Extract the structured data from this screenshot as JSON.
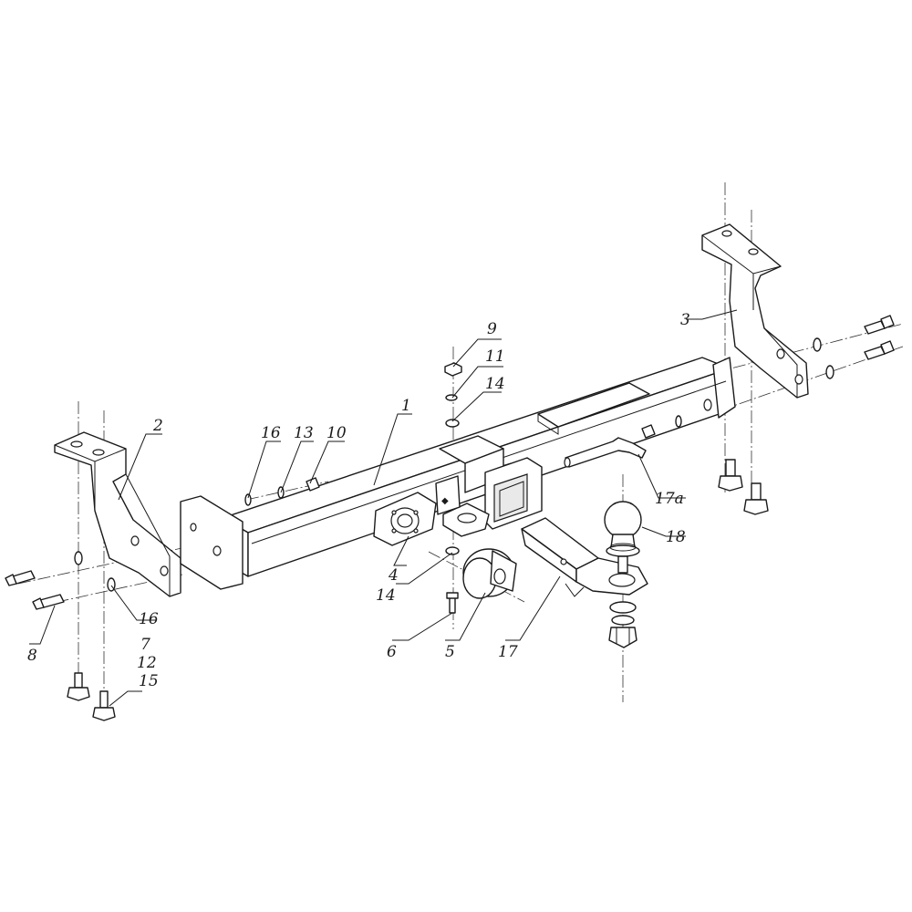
{
  "callouts": {
    "c1": "1",
    "c2": "2",
    "c3": "3",
    "c4": "4",
    "c5": "5",
    "c6": "6",
    "c7": "7",
    "c8": "8",
    "c9": "9",
    "c10": "10",
    "c11": "11",
    "c12": "12",
    "c13": "13",
    "c14a": "14",
    "c14b": "14",
    "c15": "15",
    "c16a": "16",
    "c16b": "16",
    "c17": "17",
    "c17a": "17a",
    "c18": "18"
  },
  "colors": {
    "line": "#1a1a1a",
    "background": "#ffffff"
  }
}
